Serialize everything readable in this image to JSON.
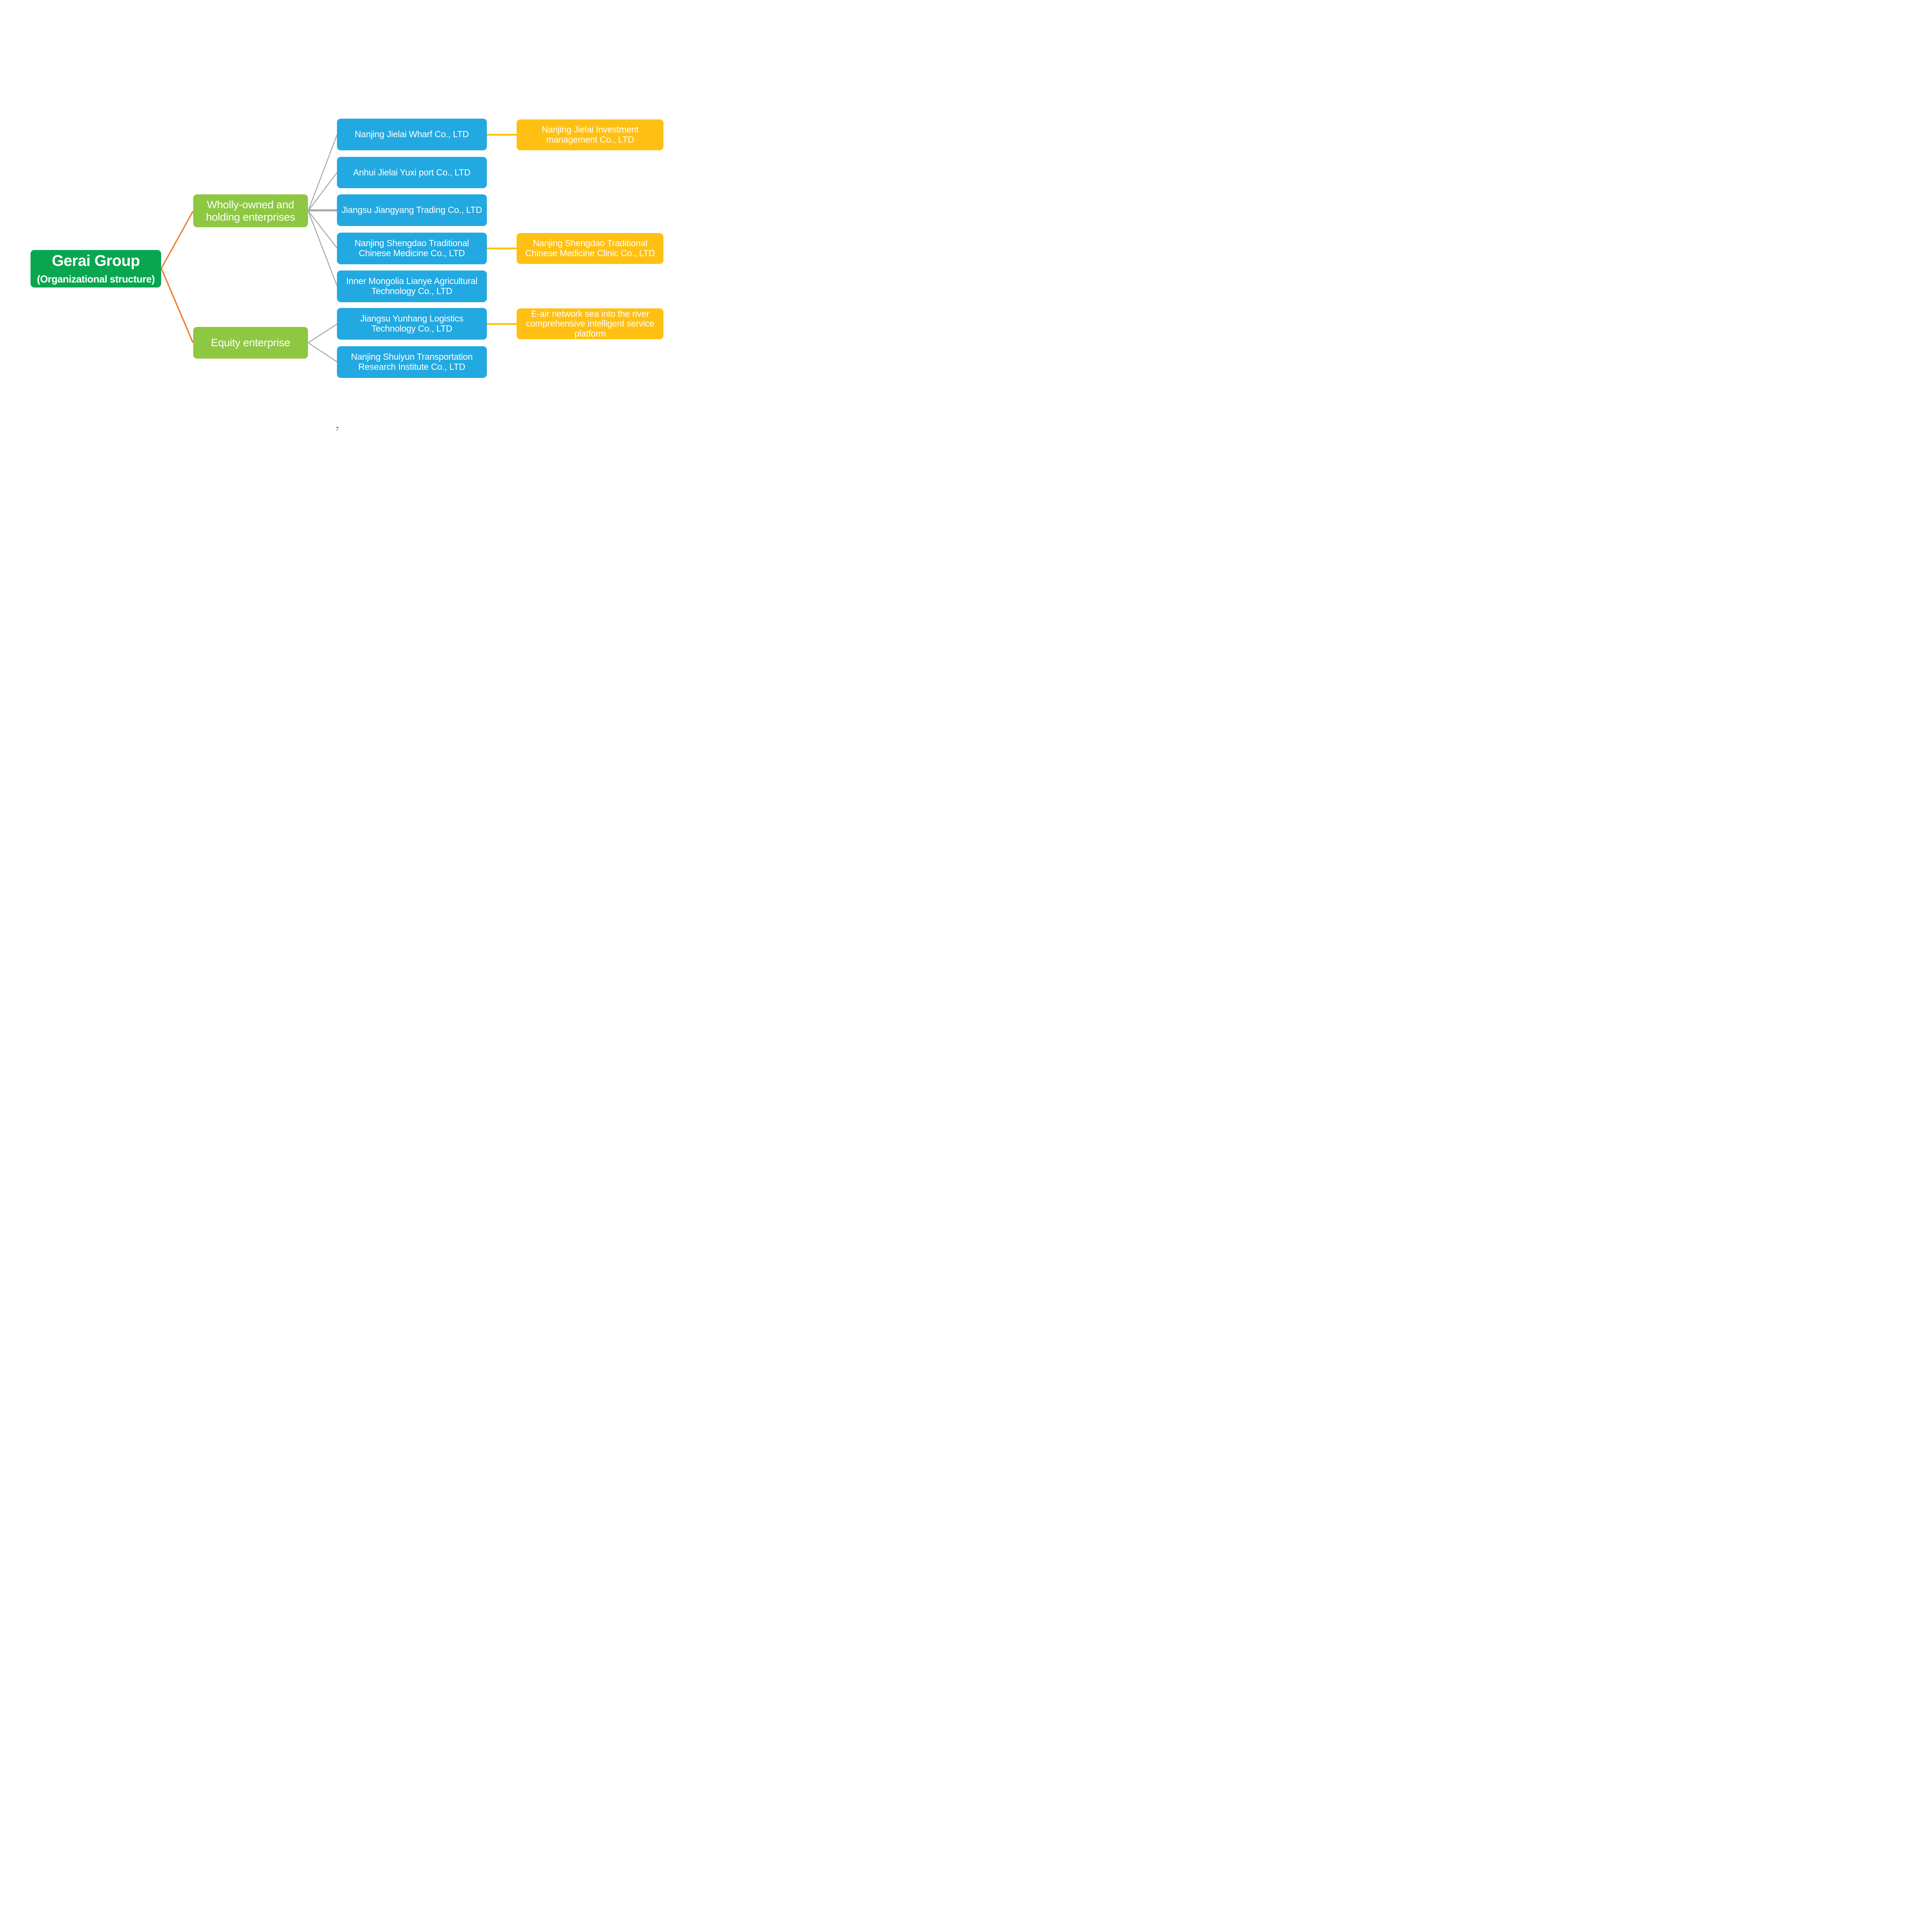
{
  "page": {
    "number": "7"
  },
  "colors": {
    "root_green": "#09A650",
    "category_green": "#8EC741",
    "company_blue": "#23A9E1",
    "affiliate_gold": "#FFC013",
    "connector_orange": "#ED7D31",
    "connector_gray": "#A6A8AB",
    "connector_gold": "#FFC000",
    "node_text": "#FFFFFF",
    "page_number_text": "#000000"
  },
  "org_chart": {
    "root": {
      "title": "Gerai Group",
      "subtitle": "(Organizational structure)"
    },
    "categories": [
      {
        "label": "Wholly-owned and holding enterprises",
        "children": [
          {
            "label": "Nanjing Jielai Wharf Co., LTD",
            "affiliate": "Nanjing Jielai Investment management Co., LTD"
          },
          {
            "label": "Anhui Jielai Yuxi port Co., LTD"
          },
          {
            "label": "Jiangsu Jiangyang Trading Co., LTD"
          },
          {
            "label": "Nanjing Shengdao Traditional Chinese Medicine Co., LTD",
            "affiliate": "Nanjing Shengdao Traditional Chinese Medicine Clinic Co., LTD"
          },
          {
            "label": "Inner Mongolia Lianye Agricultural Technology Co., LTD"
          }
        ]
      },
      {
        "label": "Equity enterprise",
        "children": [
          {
            "label": "Jiangsu Yunhang Logistics Technology Co., LTD",
            "affiliate": "E-air network sea into the river comprehensive intelligent service platform"
          },
          {
            "label": "Nanjing Shuiyun Transportation Research Institute Co., LTD"
          }
        ]
      }
    ]
  }
}
